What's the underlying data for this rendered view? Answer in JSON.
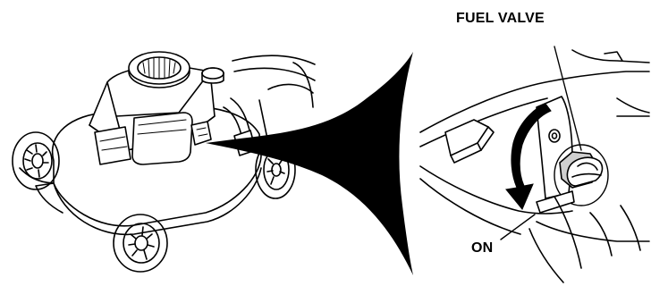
{
  "labels": {
    "fuel_valve": "FUEL VALVE",
    "on": "ON"
  },
  "icons": {
    "mower": "lawn-mower-illustration",
    "callout": "black-callout-wedge",
    "arrow": "curved-rotation-arrow",
    "lever": "fuel-valve-lever"
  },
  "colors": {
    "ink": "#000000",
    "background": "#ffffff",
    "shade": "#cfcfcf"
  }
}
